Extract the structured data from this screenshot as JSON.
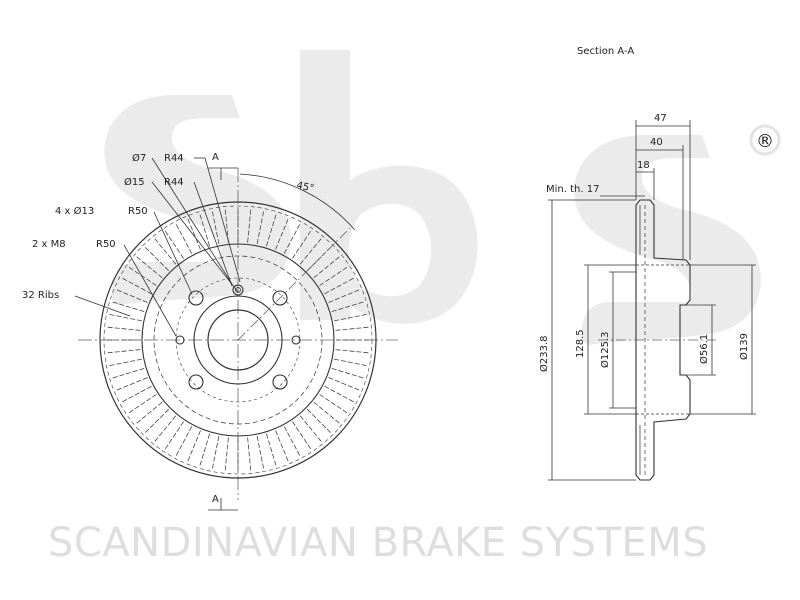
{
  "section_title": "Section A-A",
  "front_view": {
    "labels": {
      "bolt_hole": "Ø7",
      "r44_top": "R44",
      "pilot_hole": "Ø15",
      "r44_second": "R44",
      "holes_4": "4 x Ø13",
      "r50_top": "R50",
      "holes_2": "2 x M8",
      "r50_second": "R50",
      "ribs": "32 Ribs",
      "angle": "45°",
      "section_mark_top": "A",
      "section_mark_bottom": "A"
    }
  },
  "section_view": {
    "dims": {
      "width_total": "47",
      "width_40": "40",
      "width_18": "18",
      "min_thickness": "Min. th. 17",
      "outer_diameter": "Ø233.8",
      "hat_depth": "128.5",
      "hat_diameter": "Ø125.3",
      "center_bore": "Ø56.1",
      "hub_diameter": "Ø139"
    }
  },
  "watermark": {
    "brand_text": "SCANDINAVIAN BRAKE SYSTEMS",
    "registered_mark": "®"
  }
}
